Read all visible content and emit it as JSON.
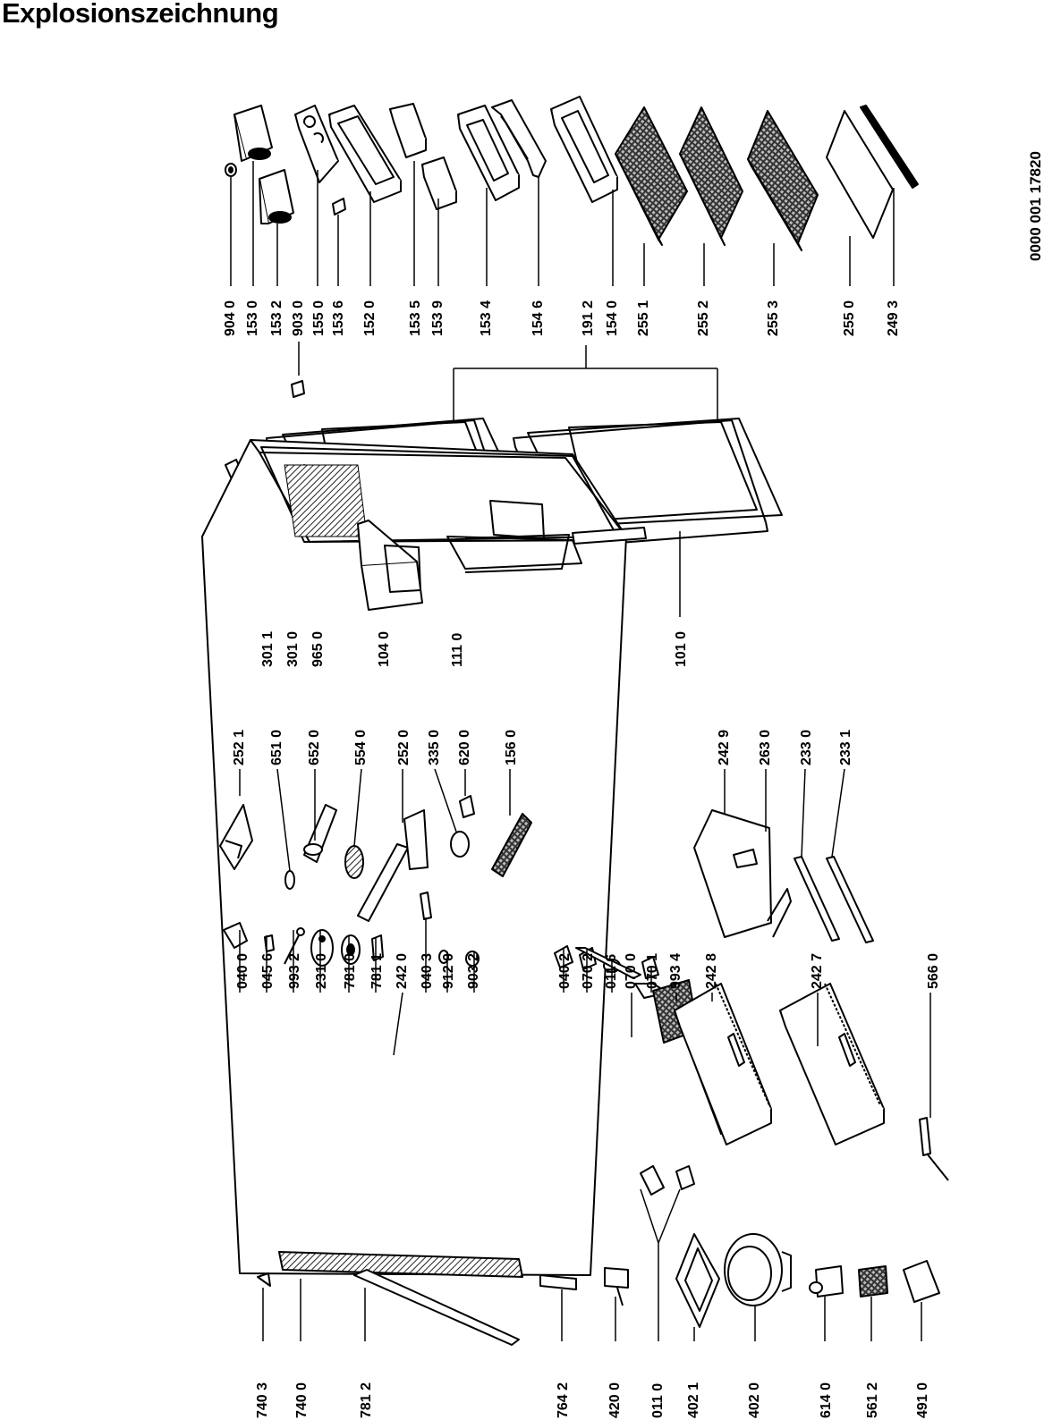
{
  "title": "Explosionszeichnung",
  "document_number": "0000 001 17820",
  "colors": {
    "ink": "#000000",
    "paper": "#ffffff",
    "hatch": "#3a3a3a"
  },
  "parts": [
    {
      "id": "p9040",
      "label": "904 0"
    },
    {
      "id": "p1530",
      "label": "153 0"
    },
    {
      "id": "p1532",
      "label": "153 2"
    },
    {
      "id": "p9030",
      "label": "903 0"
    },
    {
      "id": "p1550",
      "label": "155 0"
    },
    {
      "id": "p1536",
      "label": "153 6"
    },
    {
      "id": "p1520",
      "label": "152 0"
    },
    {
      "id": "p1535",
      "label": "153 5"
    },
    {
      "id": "p1539",
      "label": "153 9"
    },
    {
      "id": "p1534",
      "label": "153 4"
    },
    {
      "id": "p1546",
      "label": "154 6"
    },
    {
      "id": "p1912",
      "label": "191 2"
    },
    {
      "id": "p1540",
      "label": "154 0"
    },
    {
      "id": "p2551",
      "label": "255 1"
    },
    {
      "id": "p2552",
      "label": "255 2"
    },
    {
      "id": "p2553",
      "label": "255 3"
    },
    {
      "id": "p2550",
      "label": "255 0"
    },
    {
      "id": "p2493",
      "label": "249 3"
    },
    {
      "id": "p3011",
      "label": "301 1"
    },
    {
      "id": "p3010",
      "label": "301 0"
    },
    {
      "id": "p9650",
      "label": "965 0"
    },
    {
      "id": "p1040",
      "label": "104 0"
    },
    {
      "id": "p1110",
      "label": "111 0"
    },
    {
      "id": "p1010",
      "label": "101 0"
    },
    {
      "id": "p2521",
      "label": "252 1"
    },
    {
      "id": "p6510",
      "label": "651 0"
    },
    {
      "id": "p6520",
      "label": "652 0"
    },
    {
      "id": "p5540",
      "label": "554 0"
    },
    {
      "id": "p2520",
      "label": "252 0"
    },
    {
      "id": "p3350",
      "label": "335 0"
    },
    {
      "id": "p6200",
      "label": "620 0"
    },
    {
      "id": "p1560",
      "label": "156 0"
    },
    {
      "id": "p2429",
      "label": "242 9"
    },
    {
      "id": "p2630",
      "label": "263 0"
    },
    {
      "id": "p2330",
      "label": "233 0"
    },
    {
      "id": "p2331",
      "label": "233 1"
    },
    {
      "id": "p0400",
      "label": "040 0"
    },
    {
      "id": "p0456",
      "label": "045 6"
    },
    {
      "id": "p9932",
      "label": "993 2"
    },
    {
      "id": "p2310",
      "label": "231 0"
    },
    {
      "id": "p7810",
      "label": "781 0"
    },
    {
      "id": "p7811",
      "label": "781 1"
    },
    {
      "id": "p2420",
      "label": "242 0"
    },
    {
      "id": "p0403",
      "label": "040 3"
    },
    {
      "id": "p9120",
      "label": "912 0"
    },
    {
      "id": "p9032",
      "label": "903 2"
    },
    {
      "id": "p0402",
      "label": "040 2"
    },
    {
      "id": "p0702",
      "label": "070 2"
    },
    {
      "id": "p0116",
      "label": "011 6"
    },
    {
      "id": "p0700",
      "label": "070 0"
    },
    {
      "id": "p0701",
      "label": "070 1"
    },
    {
      "id": "p9934",
      "label": "993 4"
    },
    {
      "id": "p2428",
      "label": "242 8"
    },
    {
      "id": "p2427",
      "label": "242 7"
    },
    {
      "id": "p5660",
      "label": "566 0"
    },
    {
      "id": "p7403",
      "label": "740 3"
    },
    {
      "id": "p7400",
      "label": "740 0"
    },
    {
      "id": "p7812",
      "label": "781 2"
    },
    {
      "id": "p7642",
      "label": "764 2"
    },
    {
      "id": "p4200",
      "label": "420 0"
    },
    {
      "id": "p0110",
      "label": "011 0"
    },
    {
      "id": "p4021",
      "label": "402 1"
    },
    {
      "id": "p4020",
      "label": "402 0"
    },
    {
      "id": "p6140",
      "label": "614 0"
    },
    {
      "id": "p5612",
      "label": "561 2"
    },
    {
      "id": "p4910",
      "label": "491 0"
    }
  ]
}
